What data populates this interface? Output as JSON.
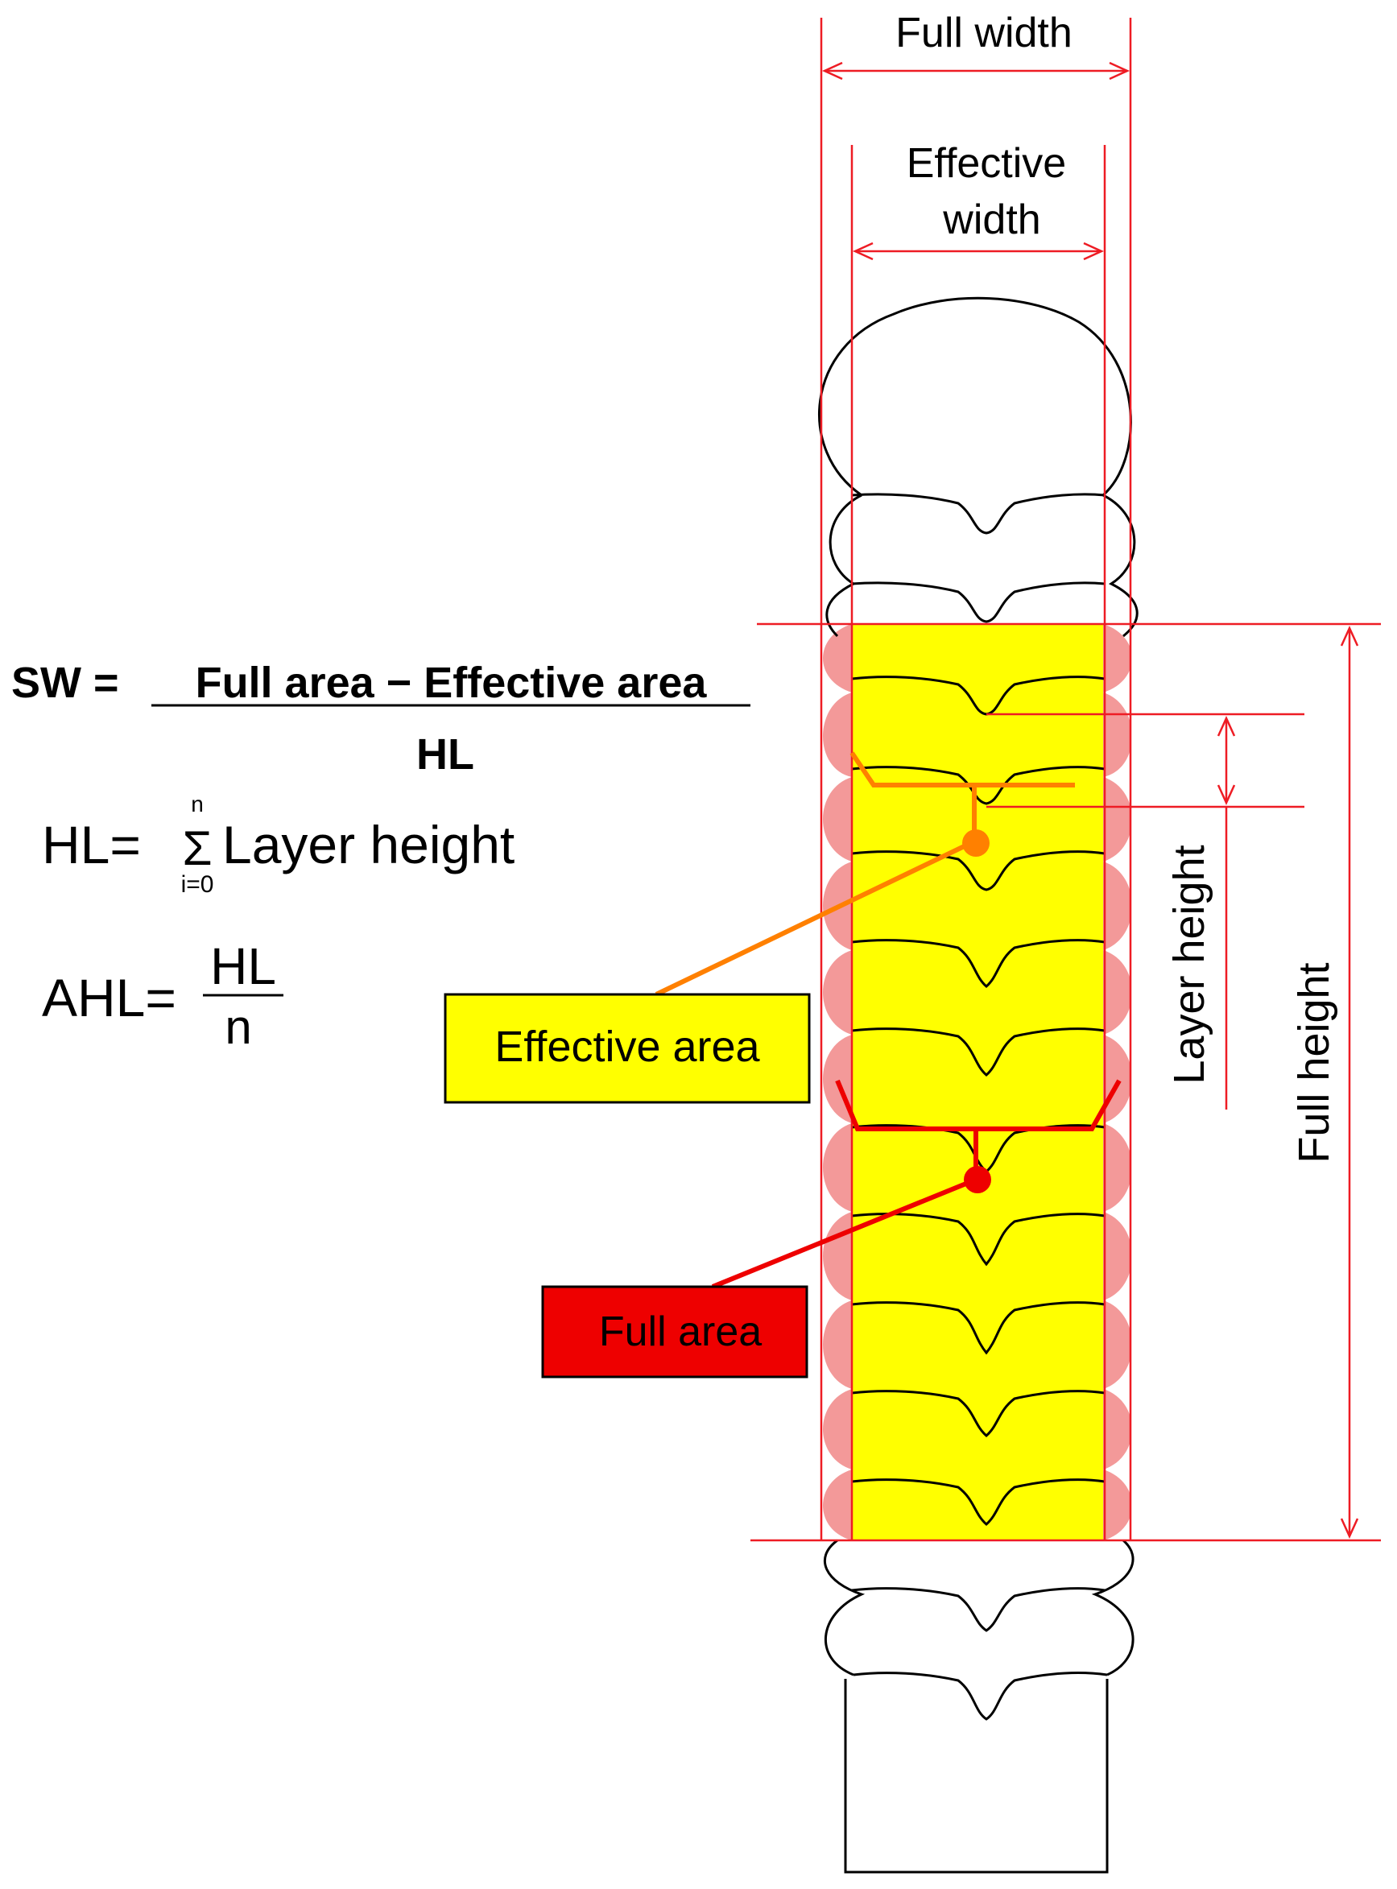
{
  "labels": {
    "full_width": "Full width",
    "effective_width_line1": "Effective",
    "effective_width_line2": "width",
    "layer_height": "Layer height",
    "full_height": "Full height",
    "effective_area": "Effective area",
    "full_area": "Full area"
  },
  "formulas": {
    "sw_lhs": "SW =",
    "sw_numerator": "Full area − Effective area",
    "sw_denominator": "HL",
    "hl_lhs": "HL=",
    "hl_sigma": "Σ",
    "hl_upper": "n",
    "hl_lower": "i=0",
    "hl_term": "Layer height",
    "ahl_lhs": "AHL=",
    "ahl_numerator": "HL",
    "ahl_denominator": "n"
  },
  "colors": {
    "dimension_red": "#ee1c24",
    "effective_area_yellow": "#ffff00",
    "full_area_red": "#ee0000",
    "full_area_fill": "#f08080",
    "effective_pointer_orange": "#ff8000"
  }
}
